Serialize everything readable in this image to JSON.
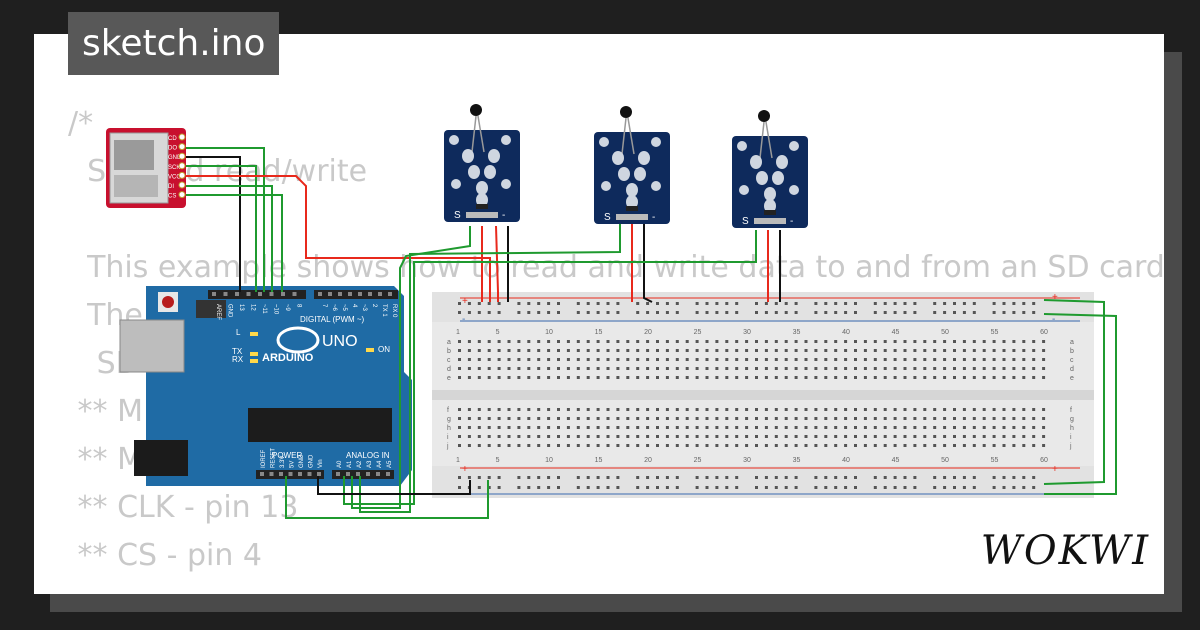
{
  "window": {
    "title": "sketch.ino"
  },
  "brand": {
    "logo_text": "WOKWI"
  },
  "code_lines": [
    "/*",
    "  SD card read/write",
    "",
    "  This example shows how to read and write data to and from an SD card",
    "  The",
    "   SD",
    " ** M",
    " ** M",
    " ** CLK - pin 13",
    " ** CS - pin 4"
  ],
  "components": {
    "sd_module": {
      "pins": [
        "CD",
        "DO",
        "GND",
        "SCK",
        "VCC",
        "DI",
        "CS"
      ]
    },
    "arduino": {
      "brand": "ARDUINO",
      "model": "UNO",
      "on_label": "ON",
      "digital_label": "DIGITAL (PWM ~)",
      "analog_label": "ANALOG IN",
      "power_label": "POWER",
      "digital_pins": [
        "AREF",
        "GND",
        "13",
        "12",
        "~11",
        "~10",
        "~9",
        "8",
        "7",
        "~6",
        "~5",
        "4",
        "~3",
        "2",
        "TX 1",
        "RX 0"
      ],
      "power_pins": [
        "IOREF",
        "RESET",
        "3.3V",
        "5V",
        "GND",
        "GND",
        "Vin"
      ],
      "analog_pins": [
        "A0",
        "A1",
        "A2",
        "A3",
        "A4",
        "A5"
      ],
      "led_labels": [
        "L",
        "TX",
        "RX"
      ]
    },
    "sensors": [
      {
        "label_s": "S",
        "label_minus": "-"
      },
      {
        "label_s": "S",
        "label_minus": "-"
      },
      {
        "label_s": "S",
        "label_minus": "-"
      }
    ],
    "breadboard": {
      "column_numbers": [
        "1",
        "5",
        "10",
        "15",
        "20",
        "25",
        "30",
        "35",
        "40",
        "45",
        "50",
        "55",
        "60"
      ],
      "rows_top": [
        "a",
        "b",
        "c",
        "d",
        "e"
      ],
      "rows_bottom": [
        "f",
        "g",
        "h",
        "i",
        "j"
      ],
      "rail_plus": "+",
      "rail_minus": "-"
    }
  },
  "colors": {
    "wire_red": "#e8291c",
    "wire_green": "#1f9a2f",
    "wire_black": "#111111",
    "arduino_blue": "#1f6ba5",
    "sensor_blue": "#0e2a5c",
    "sd_red": "#c8102e"
  }
}
